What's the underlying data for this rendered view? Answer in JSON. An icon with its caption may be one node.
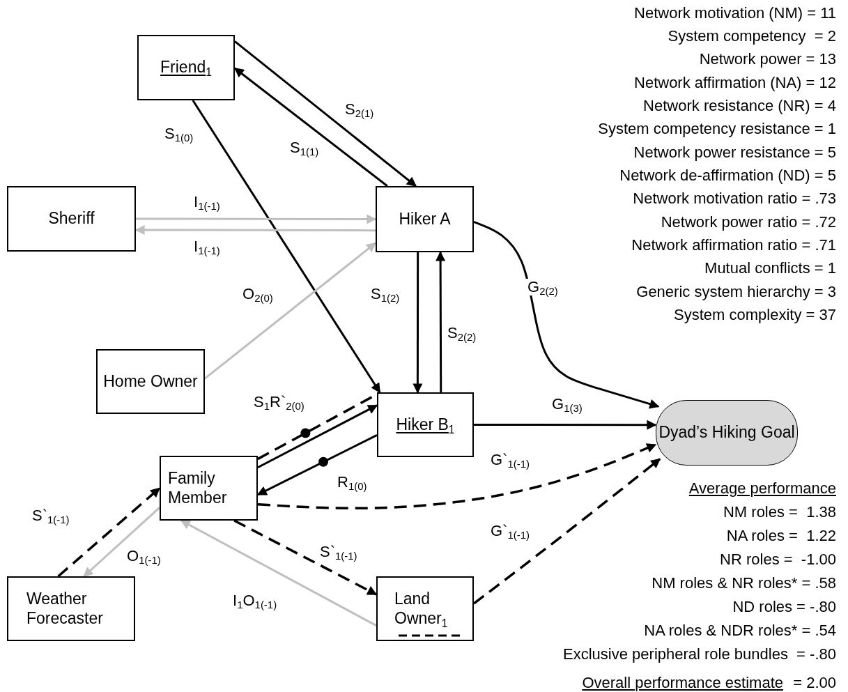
{
  "diagram": {
    "nodes": [
      {
        "text": [
          "Friend$_{1}$"
        ]
      },
      {
        "text": [
          "Sheriff"
        ]
      },
      {
        "text": [
          "Hiker A"
        ]
      },
      {
        "text": [
          "Home Owner"
        ]
      },
      {
        "text": [
          "Hiker B$_{1}$"
        ]
      },
      {
        "text": [
          "Family Member"
        ]
      },
      {
        "text": [
          "Dyad’s Hiking Goal"
        ]
      },
      {
        "text": [
          "Weather Forecaster"
        ]
      },
      {
        "text": [
          "Land Owner$_{1}$"
        ]
      }
    ],
    "edges": [
      {
        "from": 0,
        "to": 2,
        "arrow": "to",
        "label": "S$_{2(1)}$"
      },
      {
        "from": 2,
        "to": 0,
        "arrow": "to",
        "label": "S$_{1(1)}$"
      },
      {
        "from": 0,
        "to": 4,
        "arrow": "to",
        "label": "S$_{1(0)}$"
      },
      {
        "from": 1,
        "to": 2,
        "arrow": "to",
        "label": "I$_{1(-1)}$",
        "color": "#bfbfbf"
      },
      {
        "from": 2,
        "to": 1,
        "arrow": "to",
        "label": "I$_{1(-1)}$",
        "color": "#bfbfbf"
      },
      {
        "from": 3,
        "to": 2,
        "arrow": "to",
        "label": "O$_{2(0)}$",
        "color": "#bfbfbf"
      },
      {
        "from": 2,
        "to": 4,
        "arrow": "to",
        "label": "S$_{1(2)}$"
      },
      {
        "from": 4,
        "to": 2,
        "arrow": "to",
        "label": "S$_{2(2)}$"
      },
      {
        "from": 2,
        "to": 6,
        "arrow": "to",
        "label": "G$_{2(2)}$"
      },
      {
        "from": 4,
        "to": 6,
        "arrow": "to",
        "label": "G$_{1(3)}$"
      },
      {
        "from": 5,
        "to": 4,
        "arrow": "none",
        "style": "dashed"
      },
      {
        "from": 5,
        "to": 4,
        "arrow": "to",
        "label": "S$_{1}$R`$_{2(0)}$"
      },
      {
        "from": 4,
        "to": 5,
        "arrow": "to",
        "label": "R$_{1(0)}$"
      },
      {
        "from": 5,
        "to": 6,
        "arrow": "to",
        "label": "G`$_{1(-1)}$",
        "style": "dashed"
      },
      {
        "from": 7,
        "to": 5,
        "arrow": "to",
        "label": "S`$_{1(-1)}$",
        "style": "dashed"
      },
      {
        "from": 5,
        "to": 7,
        "arrow": "to",
        "label": "O$_{1(-1)}$",
        "color": "#bfbfbf"
      },
      {
        "from": 5,
        "to": 8,
        "arrow": "to",
        "label": "S`$_{1(-1)}$",
        "style": "dashed"
      },
      {
        "from": 8,
        "to": 5,
        "arrow": "to",
        "label": "I$_{1}$O$_{1(-1)}$",
        "color": "#bfbfbf"
      },
      {
        "from": 8,
        "to": 6,
        "arrow": "to",
        "label": "G`$_{1(-1)}$",
        "style": "dashed"
      }
    ],
    "labels": [
      "Network motivation (NM) = 11",
      "System competency  = 2",
      "Network power = 13",
      "Network affirmation (NA) = 12",
      "Network resistance (NR) = 4",
      "System competency resistance = 1",
      "Network power resistance = 5",
      "Network de-affirmation (ND) = 5",
      "Network motivation ratio = .73",
      "Network power ratio = .72",
      "Network affirmation ratio = .71",
      "Mutual conflicts = 1",
      "Generic system hierarchy = 3",
      "System complexity = 37",
      "Average performance",
      "NM roles =  1.38",
      "NA roles =  1.22",
      "NR roles =  -1.00",
      "NM roles & NR roles* = .58",
      "ND roles = -.80",
      "NA roles & NDR roles* = .54",
      "Exclusive peripheral role bundles  = -.80",
      "Overall performance estimate",
      "= 2.00"
    ]
  }
}
